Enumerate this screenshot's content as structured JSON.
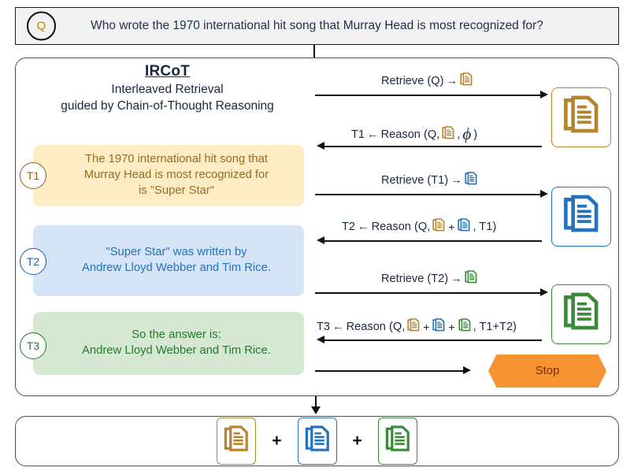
{
  "question": {
    "badge": "Q",
    "text": "Who wrote the 1970 international hit song that Murray Head is most recognized for?"
  },
  "title": {
    "main": "IRCoT",
    "sub1": "Interleaved Retrieval",
    "sub2": "guided by Chain-of-Thought Reasoning"
  },
  "thoughts": [
    {
      "badge": "T1",
      "line1": "The 1970 international hit song that",
      "line2": "Murray Head is most recognized for",
      "line3": "is \"Super Star\"",
      "color": "#9a6b1e",
      "bg": "#fdecc4"
    },
    {
      "badge": "T2",
      "line1": "\"Super Star\" was written by",
      "line2": "Andrew Lloyd Webber and Tim Rice.",
      "line3": "",
      "color": "#2272bd",
      "bg": "#d5e4f7"
    },
    {
      "badge": "T3",
      "line1": "So the answer is:",
      "line2": "Andrew Lloyd Webber and Tim Rice.",
      "line3": "",
      "color": "#1d7a2c",
      "bg": "#d7e8d2"
    }
  ],
  "arrows": {
    "retrieve_q_pre": "Retrieve (Q)",
    "retrieve_q_arrow": "→",
    "reason_t1_pre": "T1",
    "reason_t1_arrow": "←",
    "reason_t1_mid": "Reason (Q,",
    "reason_t1_phi": "ϕ",
    "reason_t1_end": ")",
    "retrieve_t1_pre": "Retrieve (T1)",
    "retrieve_t1_arrow": "→",
    "reason_t2_pre": "T2",
    "reason_t2_arrow": "←",
    "reason_t2_mid": "Reason (Q,",
    "reason_t2_plus": "+",
    "reason_t2_end": ", T1)",
    "retrieve_t2_pre": "Retrieve (T2)",
    "retrieve_t2_arrow": "→",
    "reason_t3_pre": "T3",
    "reason_t3_arrow": "←",
    "reason_t3_mid": "Reason (Q,",
    "reason_t3_plus1": "+",
    "reason_t3_plus2": "+",
    "reason_t3_end": ", T1+T2)",
    "comma": ","
  },
  "stop": {
    "label": "Stop"
  },
  "bottom": {
    "plus1": "+",
    "plus2": "+"
  },
  "icons": {
    "document_stack": "document-stack-icon",
    "arrow_right": "arrow-right-icon",
    "arrow_left": "arrow-left-icon"
  },
  "colors": {
    "gold": "#b5842c",
    "blue": "#2272bd",
    "green": "#3a8a3c",
    "orange": "#f79432",
    "text_navy": "#1a2740"
  }
}
